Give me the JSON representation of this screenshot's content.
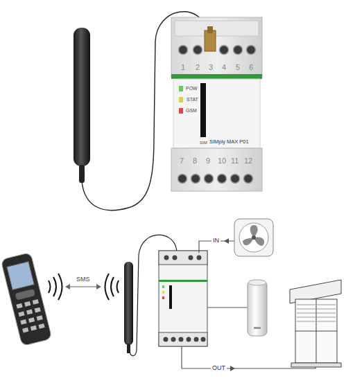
{
  "diagram": {
    "nodes": [
      {
        "text": [
          "SIMply MAX P01"
        ]
      }
    ],
    "labels": [
      "1",
      "2",
      "3",
      "4",
      "5",
      "6",
      "POW",
      "STAT",
      "GSM",
      "SIM",
      "7",
      "8",
      "9",
      "10",
      "11",
      "12",
      "SMS",
      "IN",
      "OUT"
    ]
  }
}
